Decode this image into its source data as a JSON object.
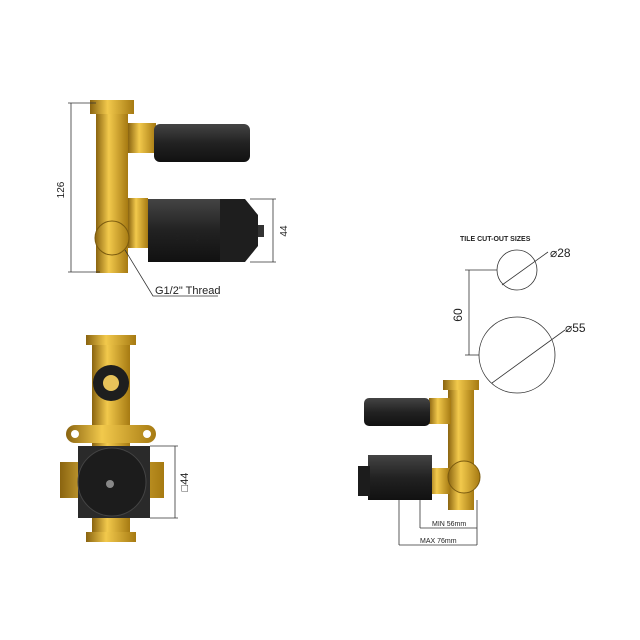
{
  "colors": {
    "brass": "#d4a017",
    "brass_dark": "#9c7410",
    "handle": "#2b2b2b",
    "line": "#333333"
  },
  "side_view": {
    "height_dim": "126",
    "body_dim": "44",
    "thread_label": "G1/2\" Thread",
    "cartridge_min": "MIN",
    "cartridge_max": "MAX"
  },
  "front_view": {
    "square_dim": "□44"
  },
  "tile_cutout": {
    "title": "TILE CUT-OUT SIZES",
    "small_dia": "28",
    "large_dia": "55",
    "spacing": "60"
  },
  "install_view": {
    "min_depth": "MIN 56mm",
    "max_depth": "MAX 76mm"
  }
}
